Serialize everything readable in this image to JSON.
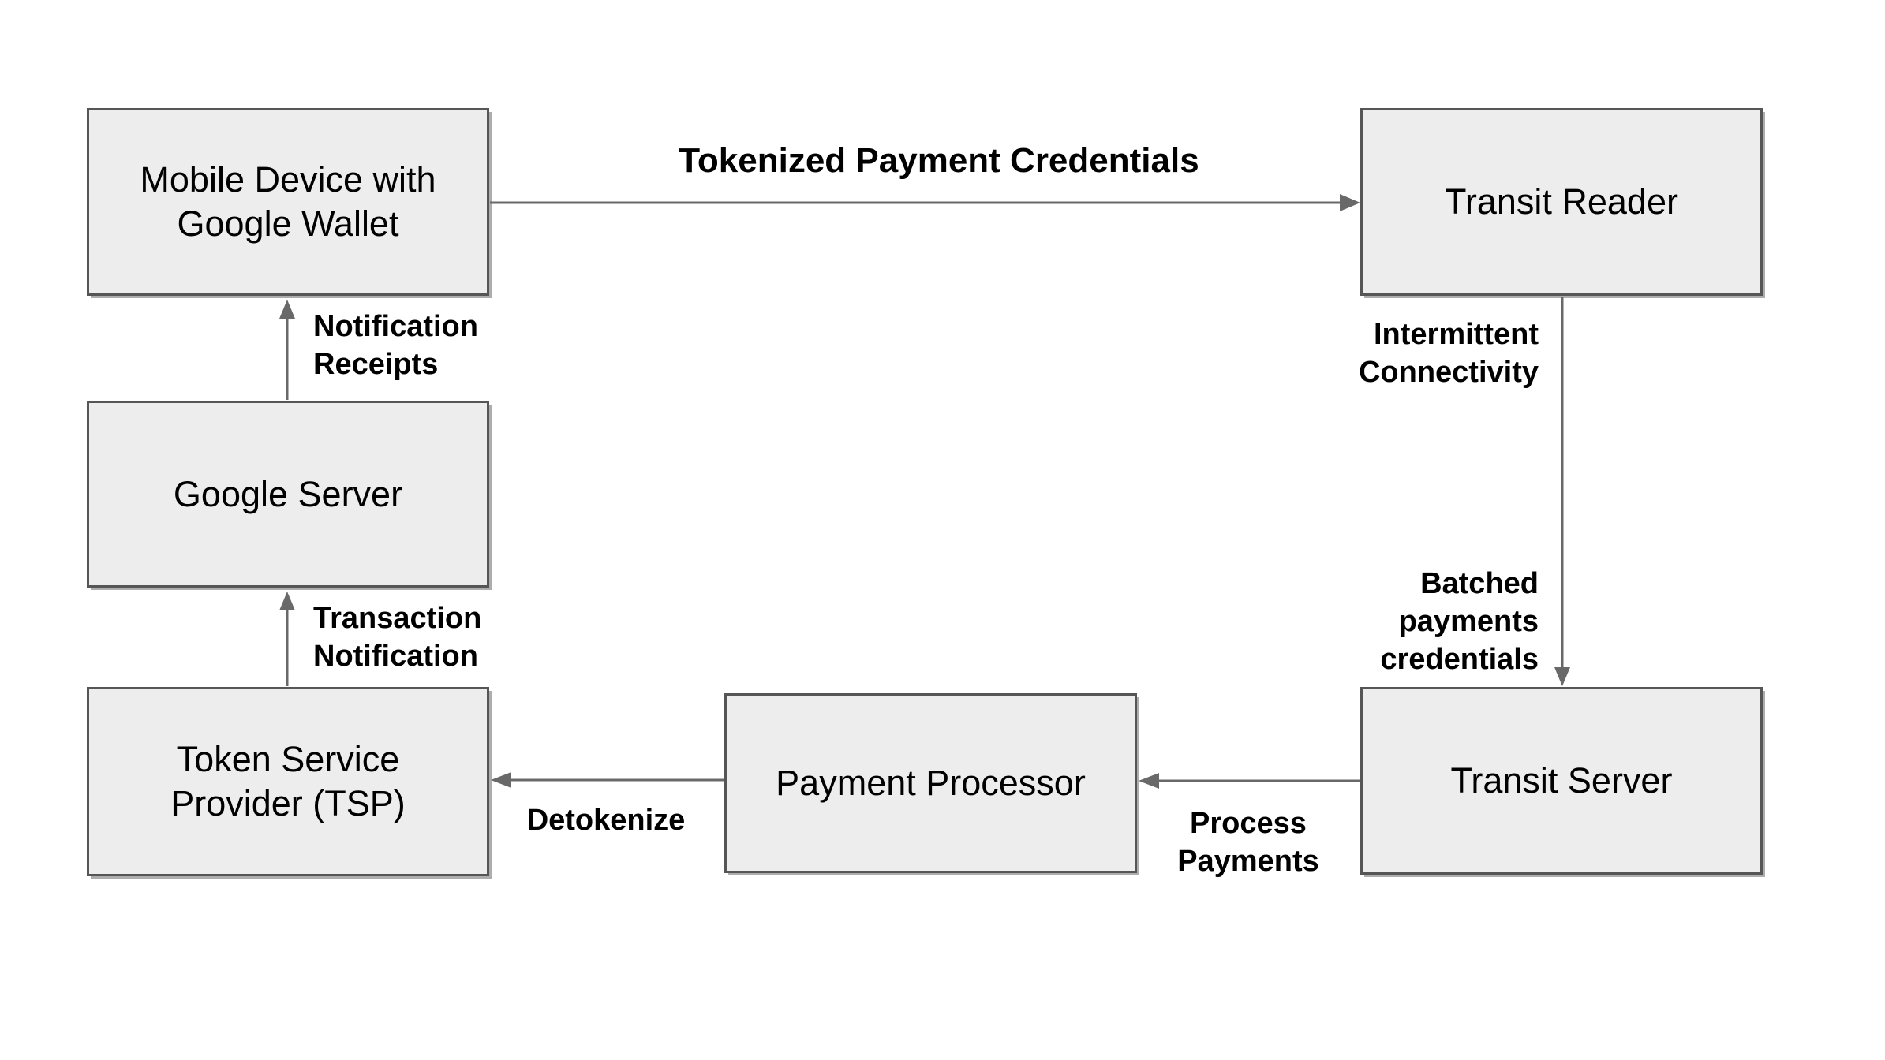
{
  "diagram": {
    "background": "#ffffff",
    "colors": {
      "node_fill": "#ededed",
      "node_border": "#565656",
      "node_shadow": "#8f8f8f",
      "arrow": "#696969",
      "text": "#000000"
    },
    "nodes": [
      {
        "id": "mobile-device-google-wallet",
        "lines": [
          "Mobile Device with",
          "Google Wallet"
        ]
      },
      {
        "id": "transit-reader",
        "lines": [
          "Transit Reader"
        ]
      },
      {
        "id": "google-server",
        "lines": [
          "Google Server"
        ]
      },
      {
        "id": "token-service-provider",
        "lines": [
          "Token Service",
          "Provider (TSP)"
        ]
      },
      {
        "id": "payment-processor",
        "lines": [
          "Payment Processor"
        ]
      },
      {
        "id": "transit-server",
        "lines": [
          "Transit Server"
        ]
      }
    ],
    "edge_labels": [
      {
        "id": "tokenized-payment-credentials",
        "lines": [
          "Tokenized Payment Credentials"
        ]
      },
      {
        "id": "notification-receipts",
        "lines": [
          "Notification",
          "Receipts"
        ]
      },
      {
        "id": "transaction-notification",
        "lines": [
          "Transaction",
          "Notification"
        ]
      },
      {
        "id": "intermittent-connectivity",
        "lines": [
          "Intermittent",
          "Connectivity"
        ]
      },
      {
        "id": "batched-payments-credentials",
        "lines": [
          "Batched",
          "payments",
          "credentials"
        ]
      },
      {
        "id": "process-payments",
        "lines": [
          "Process",
          "Payments"
        ]
      },
      {
        "id": "detokenize",
        "lines": [
          "Detokenize"
        ]
      }
    ]
  }
}
